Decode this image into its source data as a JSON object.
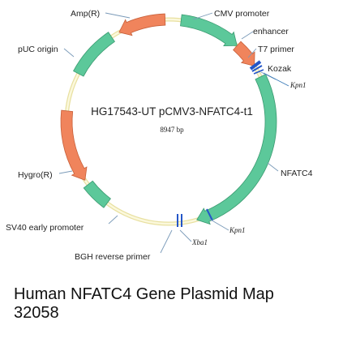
{
  "plasmid": {
    "name": "HG17543-UT pCMV3-NFATC4-t1",
    "size": "8947 bp",
    "backbone_color": "#f2ecae",
    "green": "#5cc89a",
    "orange": "#f0845c"
  },
  "features": [
    {
      "id": "cmv-promoter",
      "label": "CMV promoter",
      "color": "green"
    },
    {
      "id": "enhancer",
      "label": "enhancer",
      "color": "orange"
    },
    {
      "id": "t7-primer",
      "label": "T7 primer",
      "color": "blue"
    },
    {
      "id": "kozak",
      "label": "Kozak",
      "color": "blue"
    },
    {
      "id": "nfatc4",
      "label": "NFATC4",
      "color": "green"
    },
    {
      "id": "bgh-reverse-primer",
      "label": "BGH reverse primer",
      "color": "blue"
    },
    {
      "id": "sv40-early-promoter",
      "label": "SV40 early promoter",
      "color": "green"
    },
    {
      "id": "hygro",
      "label": "Hygro(R)",
      "color": "orange"
    },
    {
      "id": "puc-origin",
      "label": "pUC origin",
      "color": "green"
    },
    {
      "id": "amp",
      "label": "Amp(R)",
      "color": "orange"
    }
  ],
  "sites": [
    {
      "id": "kpni-1",
      "label": "Kpn1"
    },
    {
      "id": "kpni-2",
      "label": "Kpn1"
    },
    {
      "id": "xbai",
      "label": "Xba1"
    }
  ],
  "caption": {
    "line1": "Human NFATC4 Gene Plasmid Map",
    "line2": "32058"
  }
}
